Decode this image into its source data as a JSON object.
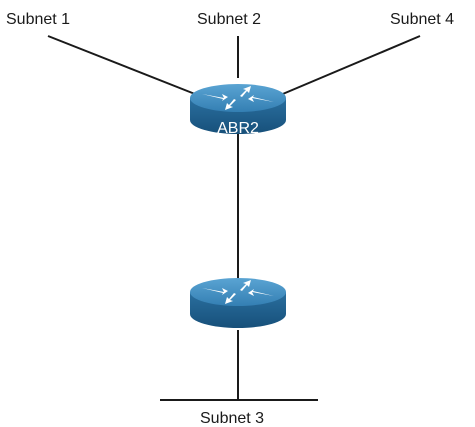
{
  "subnets": {
    "subnet1": "Subnet 1",
    "subnet2": "Subnet 2",
    "subnet4": "Subnet 4",
    "subnet3": "Subnet 3"
  },
  "routers": {
    "abr2": {
      "label": "ABR2",
      "icon": "router-icon"
    },
    "lower": {
      "label": "",
      "icon": "router-icon"
    }
  },
  "colors": {
    "router_top": "#3f8bbd",
    "router_side": "#1f5f8c",
    "arrows": "#ffffff",
    "lines": "#1a1a1a"
  }
}
